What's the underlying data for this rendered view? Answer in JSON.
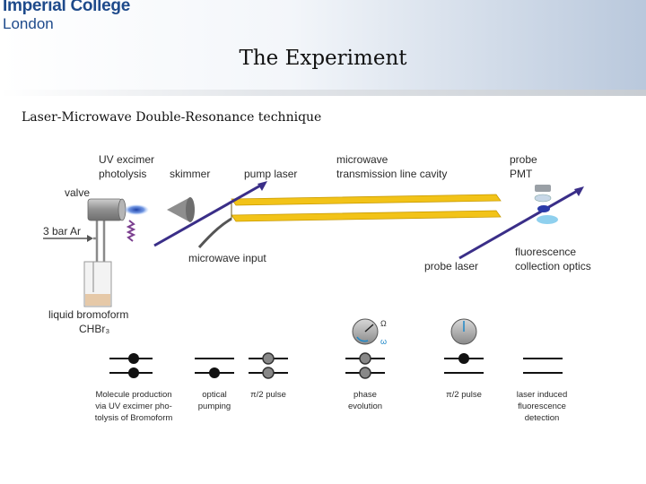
{
  "logo": {
    "line1": "Imperial College",
    "line2": "London"
  },
  "slide": {
    "title": "The Experiment",
    "subtitle": "Laser-Microwave Double-Resonance technique"
  },
  "apparatus": {
    "labels": {
      "uv_line1": "UV excimer",
      "uv_line2": "photolysis",
      "skimmer": "skimmer",
      "pump_laser": "pump laser",
      "cavity_line1": "microwave",
      "cavity_line2": "transmission line cavity",
      "probe_line1": "probe",
      "probe_line2": "PMT",
      "valve": "valve",
      "argon": "3 bar Ar",
      "microwave_input": "microwave input",
      "probe_laser": "probe laser",
      "fluor_line1": "fluorescence",
      "fluor_line2": "collection optics",
      "bromo_line1": "liquid bromoform",
      "bromo_line2": "CHBr₃"
    }
  },
  "sequence": {
    "step1": {
      "l1": "Molecule production",
      "l2": "via UV excimer pho-",
      "l3": "tolysis of Bromoform"
    },
    "step2": {
      "l1": "optical",
      "l2": "pumping"
    },
    "step3": {
      "l1": "π/2 pulse"
    },
    "step4": {
      "l1": "phase",
      "l2": "evolution"
    },
    "step5": {
      "l1": "π/2 pulse"
    },
    "step6": {
      "l1": "laser induced",
      "l2": "fluorescence",
      "l3": "detection"
    },
    "symbols": {
      "omega_upper": "Ω",
      "omega_lower": "ω",
      "minus": "−"
    }
  }
}
